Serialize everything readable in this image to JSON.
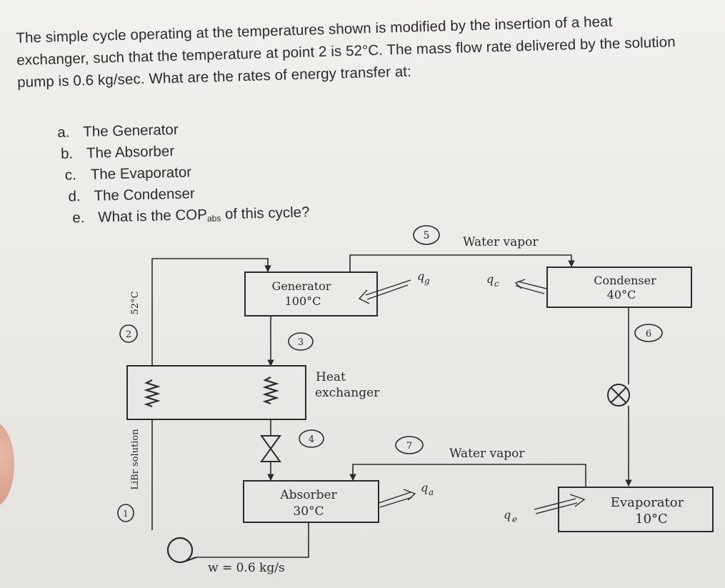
{
  "problem": {
    "statement": "The simple cycle operating at the temperatures shown is modified by the insertion of a heat exchanger, such that the temperature at point 2 is 52°C. The mass flow rate delivered by the solution pump is 0.6 kg/sec. What are the rates of energy transfer at:",
    "options": [
      {
        "letter": "a.",
        "text": "The Generator"
      },
      {
        "letter": "b.",
        "text": "The Absorber"
      },
      {
        "letter": "c.",
        "text": "The Evaporator"
      },
      {
        "letter": "d.",
        "text": "The Condenser"
      },
      {
        "letter": "e.",
        "text_before": "What is the COP",
        "subscript": "abs",
        "text_after": " of this cycle?"
      }
    ]
  },
  "diagram": {
    "generator": {
      "name": "Generator",
      "temp": "100°C"
    },
    "condenser": {
      "name": "Condenser",
      "temp": "40°C"
    },
    "absorber": {
      "name": "Absorber",
      "temp": "30°C"
    },
    "evaporator": {
      "name": "Evaporator",
      "temp": "10°C"
    },
    "heat_exchanger": {
      "line1": "Heat",
      "line2": "exchanger"
    },
    "water_vapor_top": "Water vapor",
    "water_vapor_mid": "Water vapor",
    "state_points": [
      "1",
      "2",
      "3",
      "4",
      "5",
      "6",
      "7"
    ],
    "heat_labels": {
      "qg": "q",
      "qg_sub": "g",
      "qc": "q",
      "qc_sub": "c",
      "qa": "q",
      "qa_sub": "a",
      "qe": "q",
      "qe_sub": "e"
    },
    "temp_point2": "52°C",
    "libr_label": "LiBr solution",
    "pump_work": "w = 0.6 kg/s",
    "icons": [
      "pump-icon",
      "expansion-valve-icon",
      "throttle-valve-icon",
      "coil-icon",
      "heat-arrow-icon"
    ]
  }
}
